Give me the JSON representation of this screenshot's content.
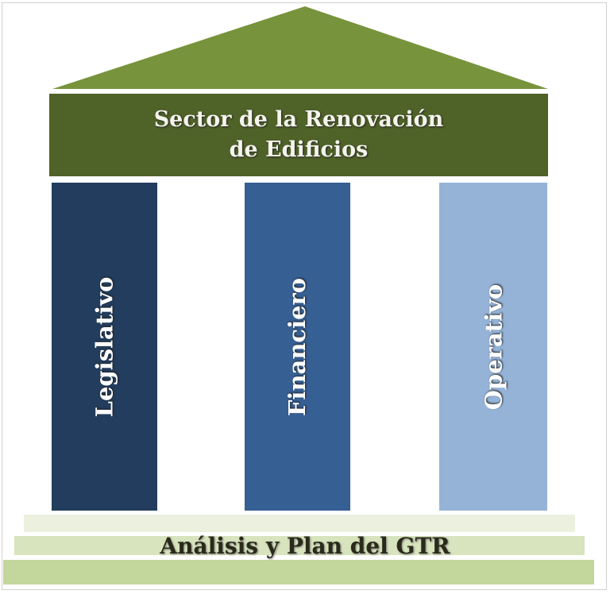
{
  "roof": {
    "color": "#77933c"
  },
  "header": {
    "line1": "Sector de la Renovación",
    "line2": "de Edificios",
    "color": "#4f6228"
  },
  "pillars": [
    {
      "label": "Legislativo",
      "color": "#223d5e"
    },
    {
      "label": "Financiero",
      "color": "#365f93"
    },
    {
      "label": "Operativo",
      "color": "#95b3d7"
    }
  ],
  "base": {
    "label": "Análisis y Plan del GTR",
    "step_colors": [
      "#ebf1de",
      "#d7e4bd",
      "#c3d69b"
    ]
  }
}
